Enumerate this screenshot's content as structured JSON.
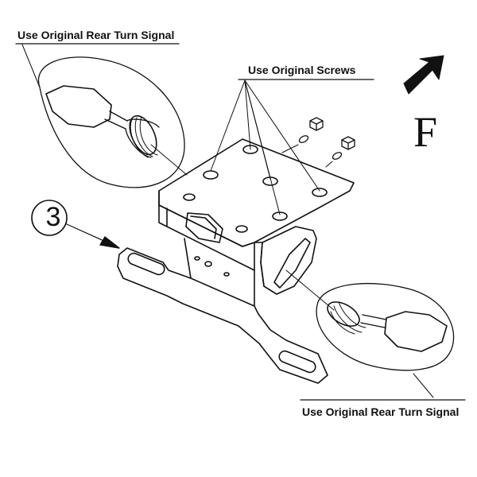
{
  "labels": {
    "top_left_signal": "Use Original Rear Turn Signal",
    "screws": "Use Original Screws",
    "bottom_right_signal": "Use Original Rear Turn Signal"
  },
  "step_number": "3",
  "forward_letter": "F",
  "colors": {
    "line": "#111111",
    "background": "#ffffff"
  }
}
